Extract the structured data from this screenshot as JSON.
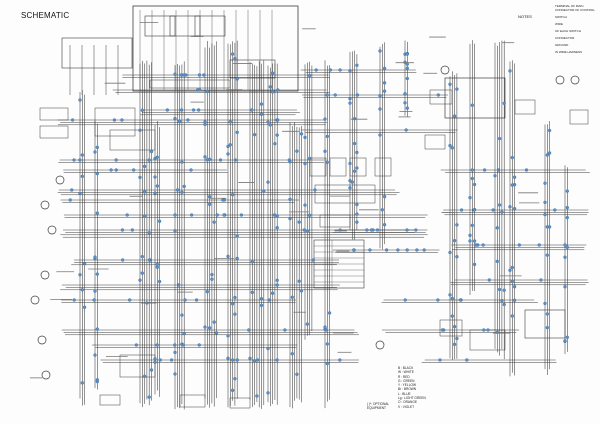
{
  "title": "SCHEMATIC",
  "notes": {
    "heading": "NOTES",
    "items": [
      "TERMINAL OF MAIN",
      "CONNECTOR OF CONTROL",
      "SWITCH",
      "WIRE",
      "OF EACH SWITCH",
      "CONNECTOR",
      "GROUND",
      "IN WIRE HARNESS"
    ]
  },
  "optional_note": [
    "( )*: OPTIONAL",
    "EQUIPMENT"
  ],
  "color_legend": [
    "B : BLACK",
    "W : WHITE",
    "R : RED",
    "G : GREEN",
    "Y : YELLOW",
    "Br : BROWN",
    "L : BLUE",
    "Lg : LIGHT GREEN",
    "O : ORANGE",
    "V : VIOLET"
  ],
  "colors": {
    "wire": "#3c3c3c",
    "connector_dot": "#5b8fc8",
    "background": "#fdfdfd"
  }
}
